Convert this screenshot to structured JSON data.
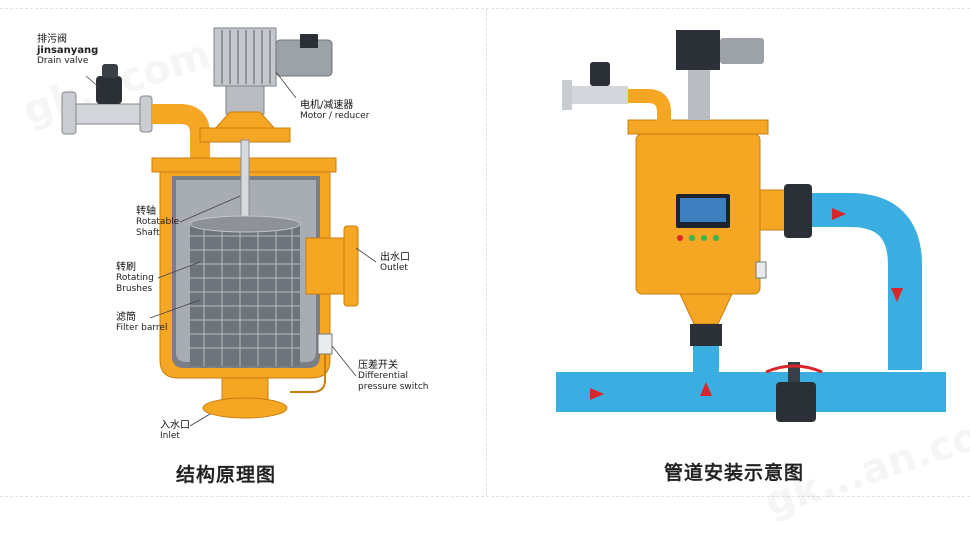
{
  "left_panel": {
    "labels": {
      "drain_cn": "排污阀",
      "drain_pinyin": "jinsanyang",
      "drain_en": "Drain valve",
      "motor_cn": "电机/减速器",
      "motor_en": "Motor / reducer",
      "shaft_cn": "转轴",
      "shaft_en1": "Rotatable",
      "shaft_en2": "Shaft",
      "brush_cn": "转刷",
      "brush_en1": "Rotating",
      "brush_en2": "Brushes",
      "filter_cn": "滤筒",
      "filter_en": "Filter barrel",
      "outlet_cn": "出水口",
      "outlet_en": "Outlet",
      "dp_cn": "压差开关",
      "dp_en1": "Differential",
      "dp_en2": "pressure switch",
      "inlet_cn": "入水口",
      "inlet_en": "Inlet"
    },
    "caption": "结构原理图"
  },
  "right_panel": {
    "caption": "管道安装示意图"
  },
  "colors": {
    "body_orange": "#f5a623",
    "pipe_blue": "#3aaee0",
    "flow_arrow": "#d9262b",
    "valve_dark": "#2b2f36",
    "mesh_grey": "#9aa0a6"
  }
}
